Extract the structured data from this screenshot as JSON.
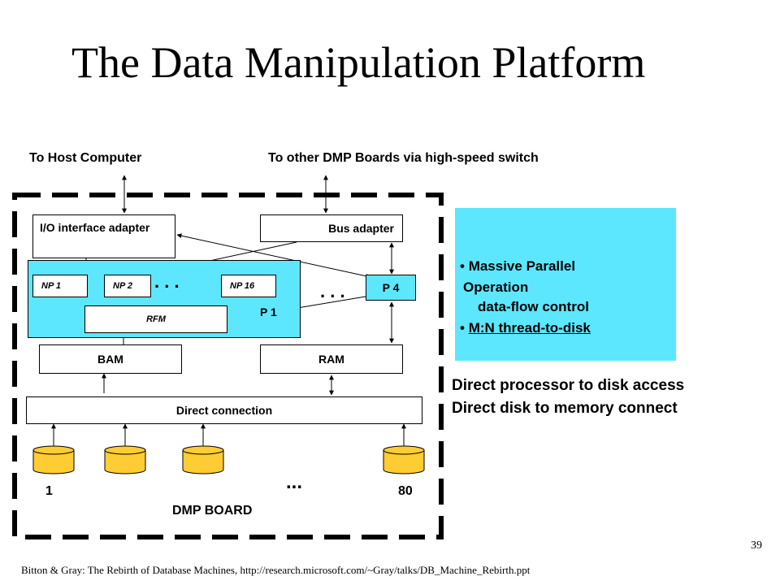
{
  "title": "The Data Manipulation Platform",
  "top_labels": {
    "host": "To Host Computer",
    "other": "To other DMP Boards via high-speed switch"
  },
  "board": {
    "io_adapter": "I/O interface adapter",
    "bus_adapter": "Bus adapter",
    "np1": "NP 1",
    "np2": "NP 2",
    "np16": "NP 16",
    "np_dots": ". . .",
    "rfm": "RFM",
    "p1": "P 1",
    "p_dots": ". . .",
    "p4": "P 4",
    "bam": "BAM",
    "ram": "RAM",
    "direct_connection": "Direct connection",
    "disk_first": "1",
    "disk_dots": "...",
    "disk_last": "80",
    "board_label": "DMP BOARD"
  },
  "side": {
    "bullet1_line1": "Massive Parallel",
    "bullet1_line2": "Operation",
    "bullet1_sub": "data-flow control",
    "bullet2": "M:N thread-to-disk",
    "note1": "Direct processor to disk access",
    "note2": "Direct disk to memory connect"
  },
  "footer": "Bitton & Gray: The Rebirth of Database Machines, http://research.microsoft.com/~Gray/talks/DB_Machine_Rebirth.ppt",
  "page_number": "39",
  "colors": {
    "cyan": "#5ce7ff",
    "disk": "#ffcc33"
  }
}
